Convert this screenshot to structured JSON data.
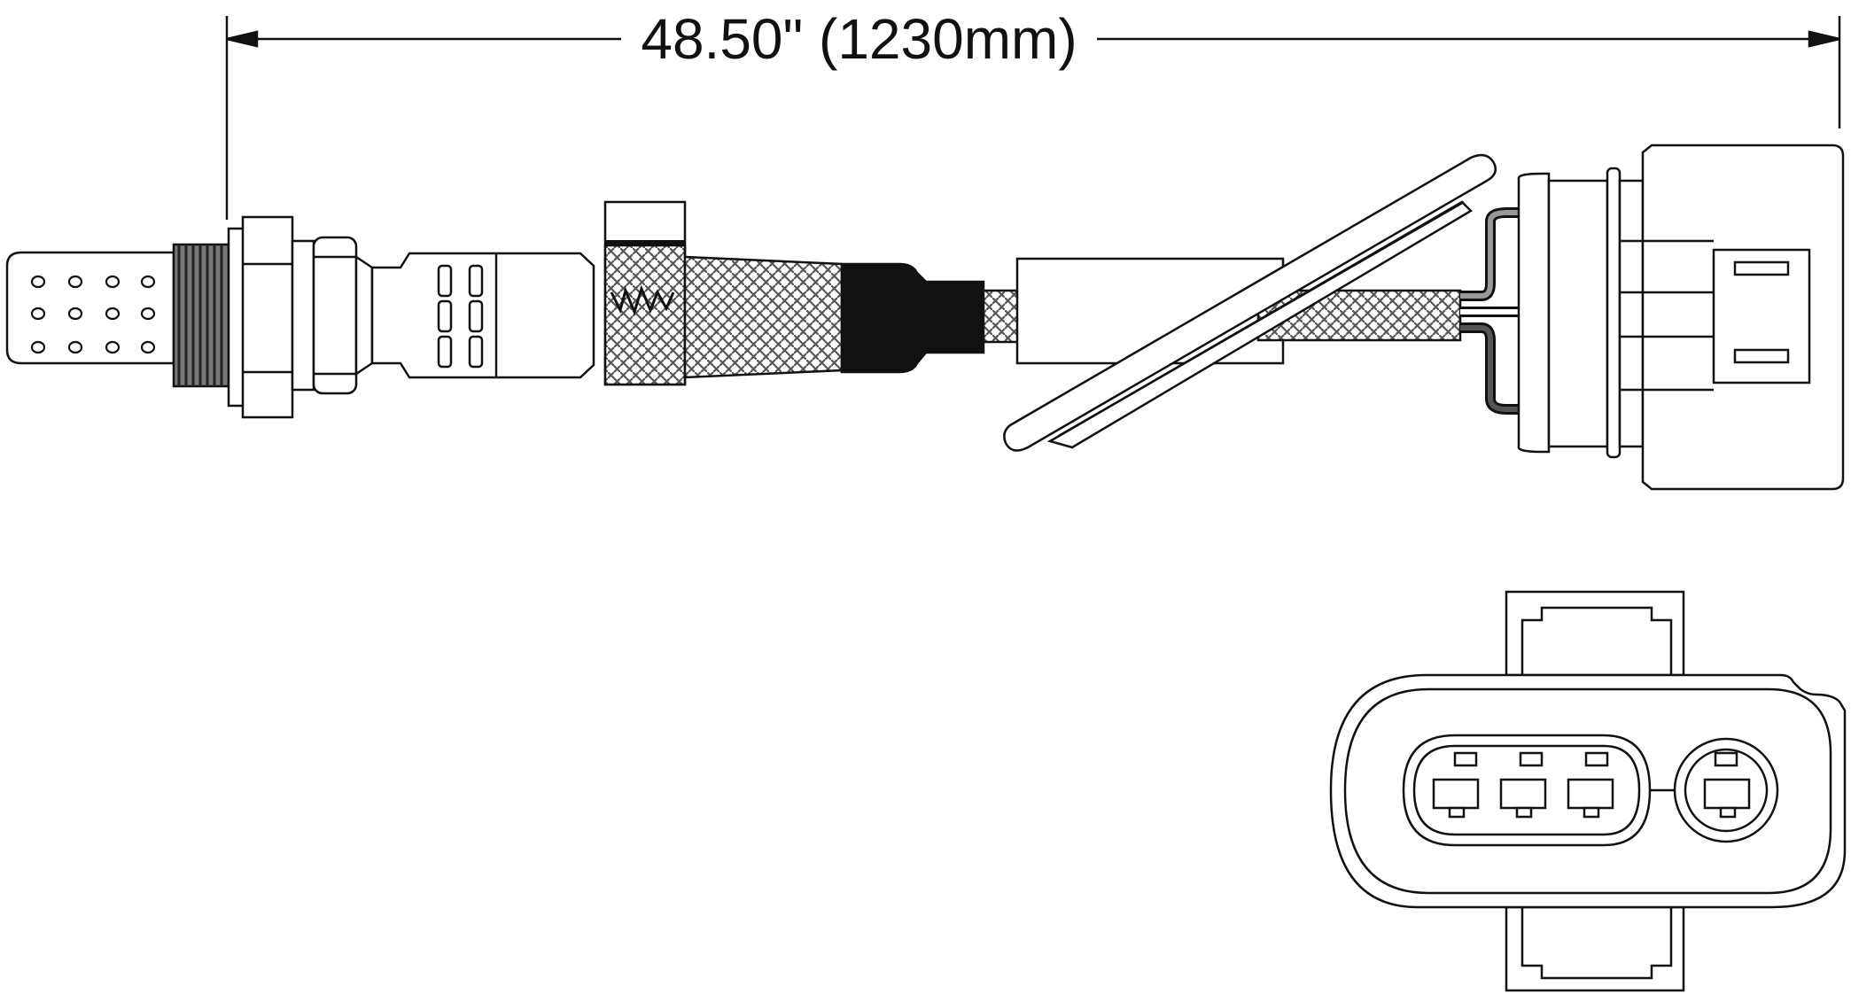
{
  "dimension": {
    "overall_length_label": "48.50\" (1230mm)"
  },
  "colors": {
    "line": "#111111",
    "braid": "#555555",
    "fill": "#ffffff",
    "dark_wire": "#111111",
    "gray_wire": "#888888"
  },
  "parts": {
    "sensor_tip": "perforated-sensor-tip",
    "threaded_body": "threaded-body",
    "hex_nut": "hex-nut",
    "braided_cable": "braided-cable",
    "wire_grommet": "wire-grommet",
    "mounting_clip": "mounting-clip",
    "connector_side": "connector-side-view",
    "connector_face": "connector-face-view"
  },
  "connector_face": {
    "pin_group_main": 3,
    "pin_group_single": 1
  }
}
